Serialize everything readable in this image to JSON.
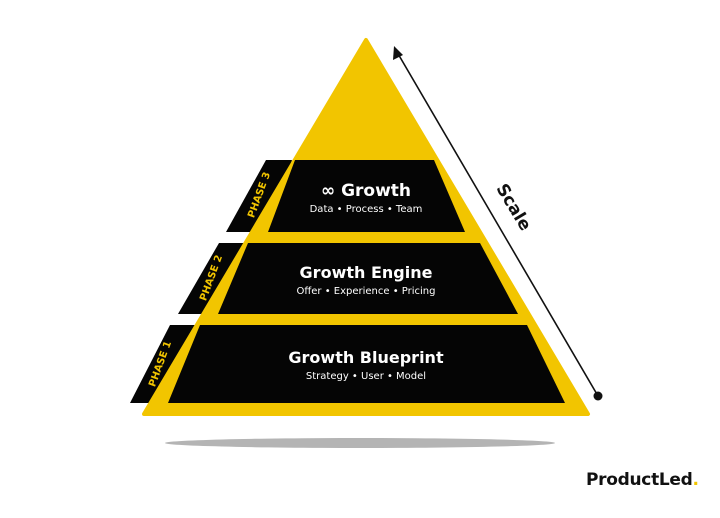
{
  "colors": {
    "accent": "#f2c500",
    "tier_fill": "#050505",
    "text_light": "#ffffff",
    "text_dark": "#111111",
    "shadow": "#b4b4b4"
  },
  "tiers": [
    {
      "title": "∞ Growth",
      "subtitle": "Data • Process • Team",
      "phase": "PHASE 3"
    },
    {
      "title": "Growth Engine",
      "subtitle": "Offer • Experience • Pricing",
      "phase": "PHASE 2"
    },
    {
      "title": "Growth Blueprint",
      "subtitle": "Strategy • User • Model",
      "phase": "PHASE 1"
    }
  ],
  "scale_label": "Scale",
  "brand": {
    "name": "ProductLed",
    "dot": "."
  }
}
